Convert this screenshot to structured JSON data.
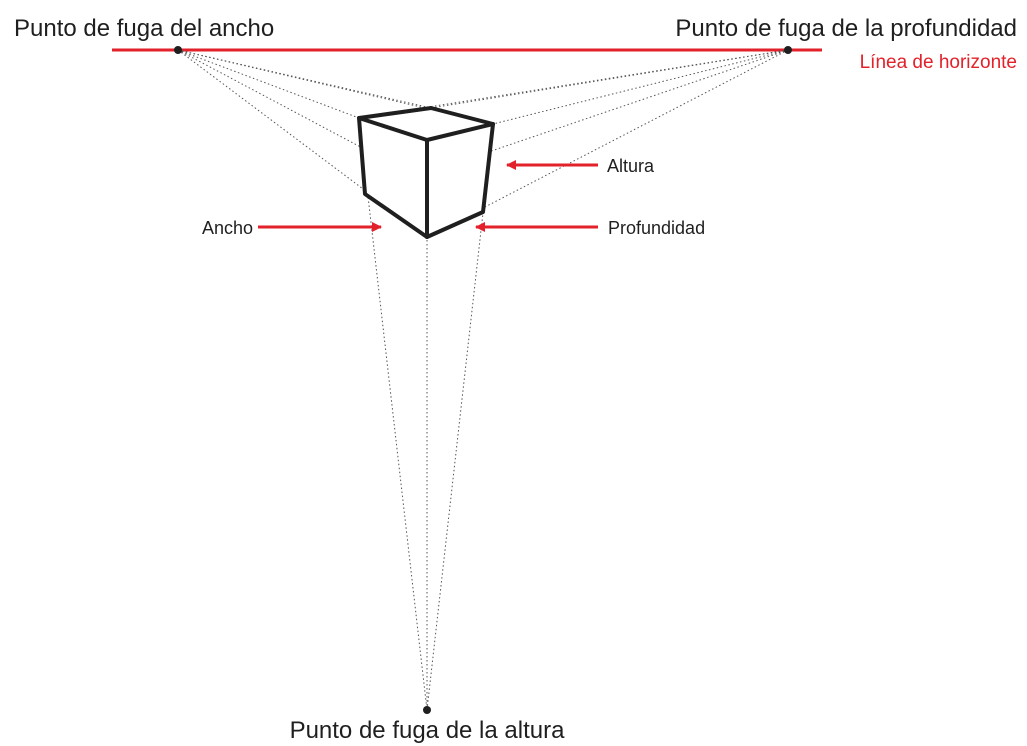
{
  "diagram": {
    "labels": {
      "vp_width": "Punto de fuga del ancho",
      "vp_depth": "Punto de fuga de la profundidad",
      "horizon": "Línea de horizonte",
      "vp_height": "Punto de fuga de la altura",
      "height": "Altura",
      "width": "Ancho",
      "depth": "Profundidad"
    },
    "colors": {
      "accent": "#e2212a",
      "ink": "#1f1f1f",
      "guide": "#555555"
    }
  }
}
